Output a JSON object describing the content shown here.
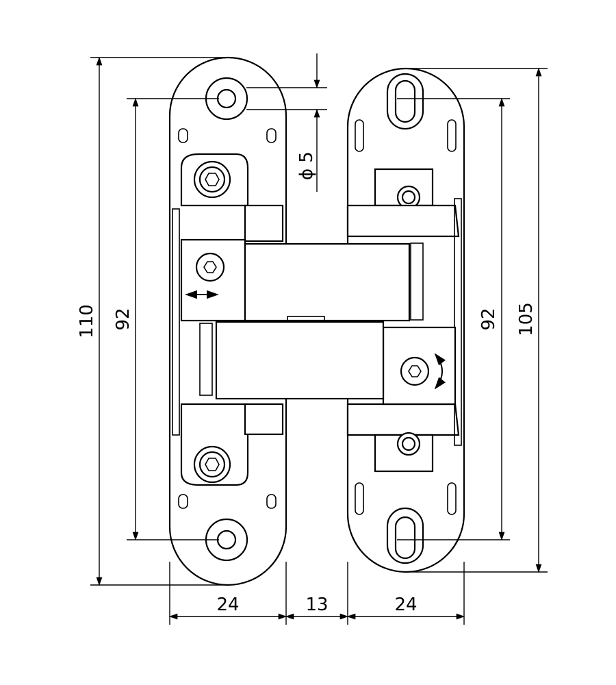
{
  "drawing": {
    "dimensions": {
      "overall_height_left": "110",
      "hole_spacing_left": "92",
      "hole_spacing_right": "92",
      "overall_height_right": "105",
      "left_plate_width": "24",
      "gap_width": "13",
      "right_plate_width": "24",
      "hole_diameter": "ϕ 5"
    },
    "colors": {
      "line": "#000000",
      "background": "#ffffff"
    }
  }
}
